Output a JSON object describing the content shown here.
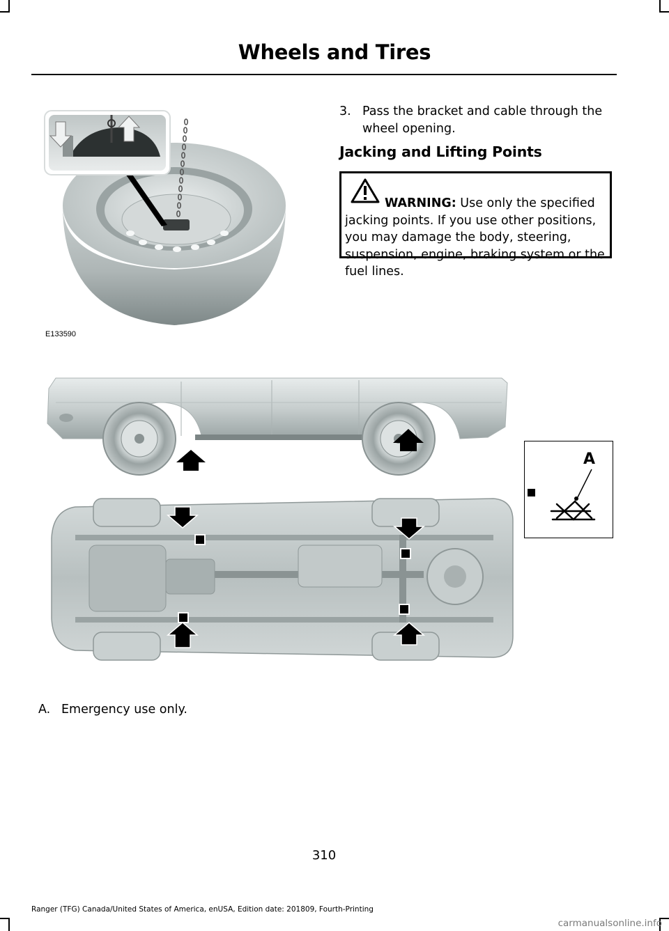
{
  "header": {
    "title": "Wheels and Tires"
  },
  "figure_spare": {
    "label": "E133590"
  },
  "step3": {
    "number": "3.",
    "text": "Pass the bracket and cable through the wheel opening."
  },
  "section": {
    "heading": "Jacking and Lifting Points"
  },
  "warning": {
    "keyword": "WARNING:",
    "text": "Use only the specified jacking points. If you use other positions, you may damage the body, steering, suspension, engine, braking system or the fuel lines."
  },
  "callout": {
    "letter": "A"
  },
  "legend": [
    {
      "key": "A.",
      "text": "Emergency use only."
    }
  ],
  "page": {
    "number": "310"
  },
  "footer": {
    "text": "Ranger (TFG) Canada/United States of America, enUSA, Edition date: 201809, Fourth-Printing"
  },
  "watermark": {
    "text": "carmanualsonline.info"
  }
}
